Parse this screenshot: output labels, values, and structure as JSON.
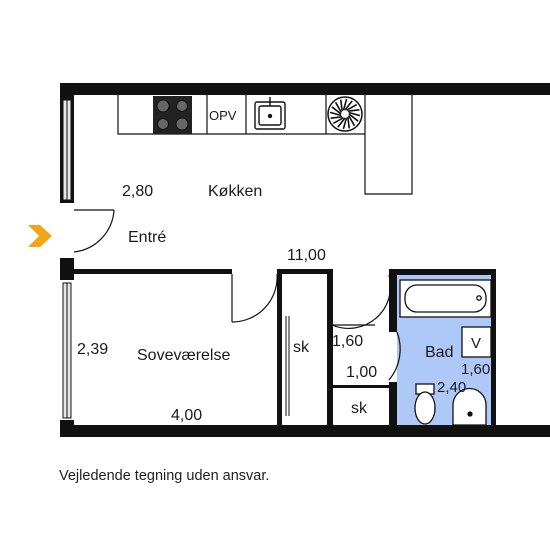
{
  "plan": {
    "rooms": {
      "kitchen": "Køkken",
      "entry": "Entré",
      "bedroom": "Soveværelse",
      "bath": "Bad"
    },
    "fixtures": {
      "opv": "OPV",
      "closet_bedroom": "sk",
      "closet_hall": "sk",
      "washer": "V"
    },
    "dimensions": {
      "kitchen_width": "2,80",
      "total_length": "11,00",
      "bedroom_width": "2,39",
      "bedroom_length": "4,00",
      "hall_width": "1,60",
      "hall_depth": "1,00",
      "bath_width": "1,60",
      "bath_length": "2,40"
    },
    "colors": {
      "wall": "#111111",
      "bath_floor": "#aec8f7",
      "entry_arrow": "#f2a516",
      "window": "#e6e6e6"
    }
  },
  "footer": {
    "disclaimer": "Vejledende tegning uden ansvar."
  }
}
